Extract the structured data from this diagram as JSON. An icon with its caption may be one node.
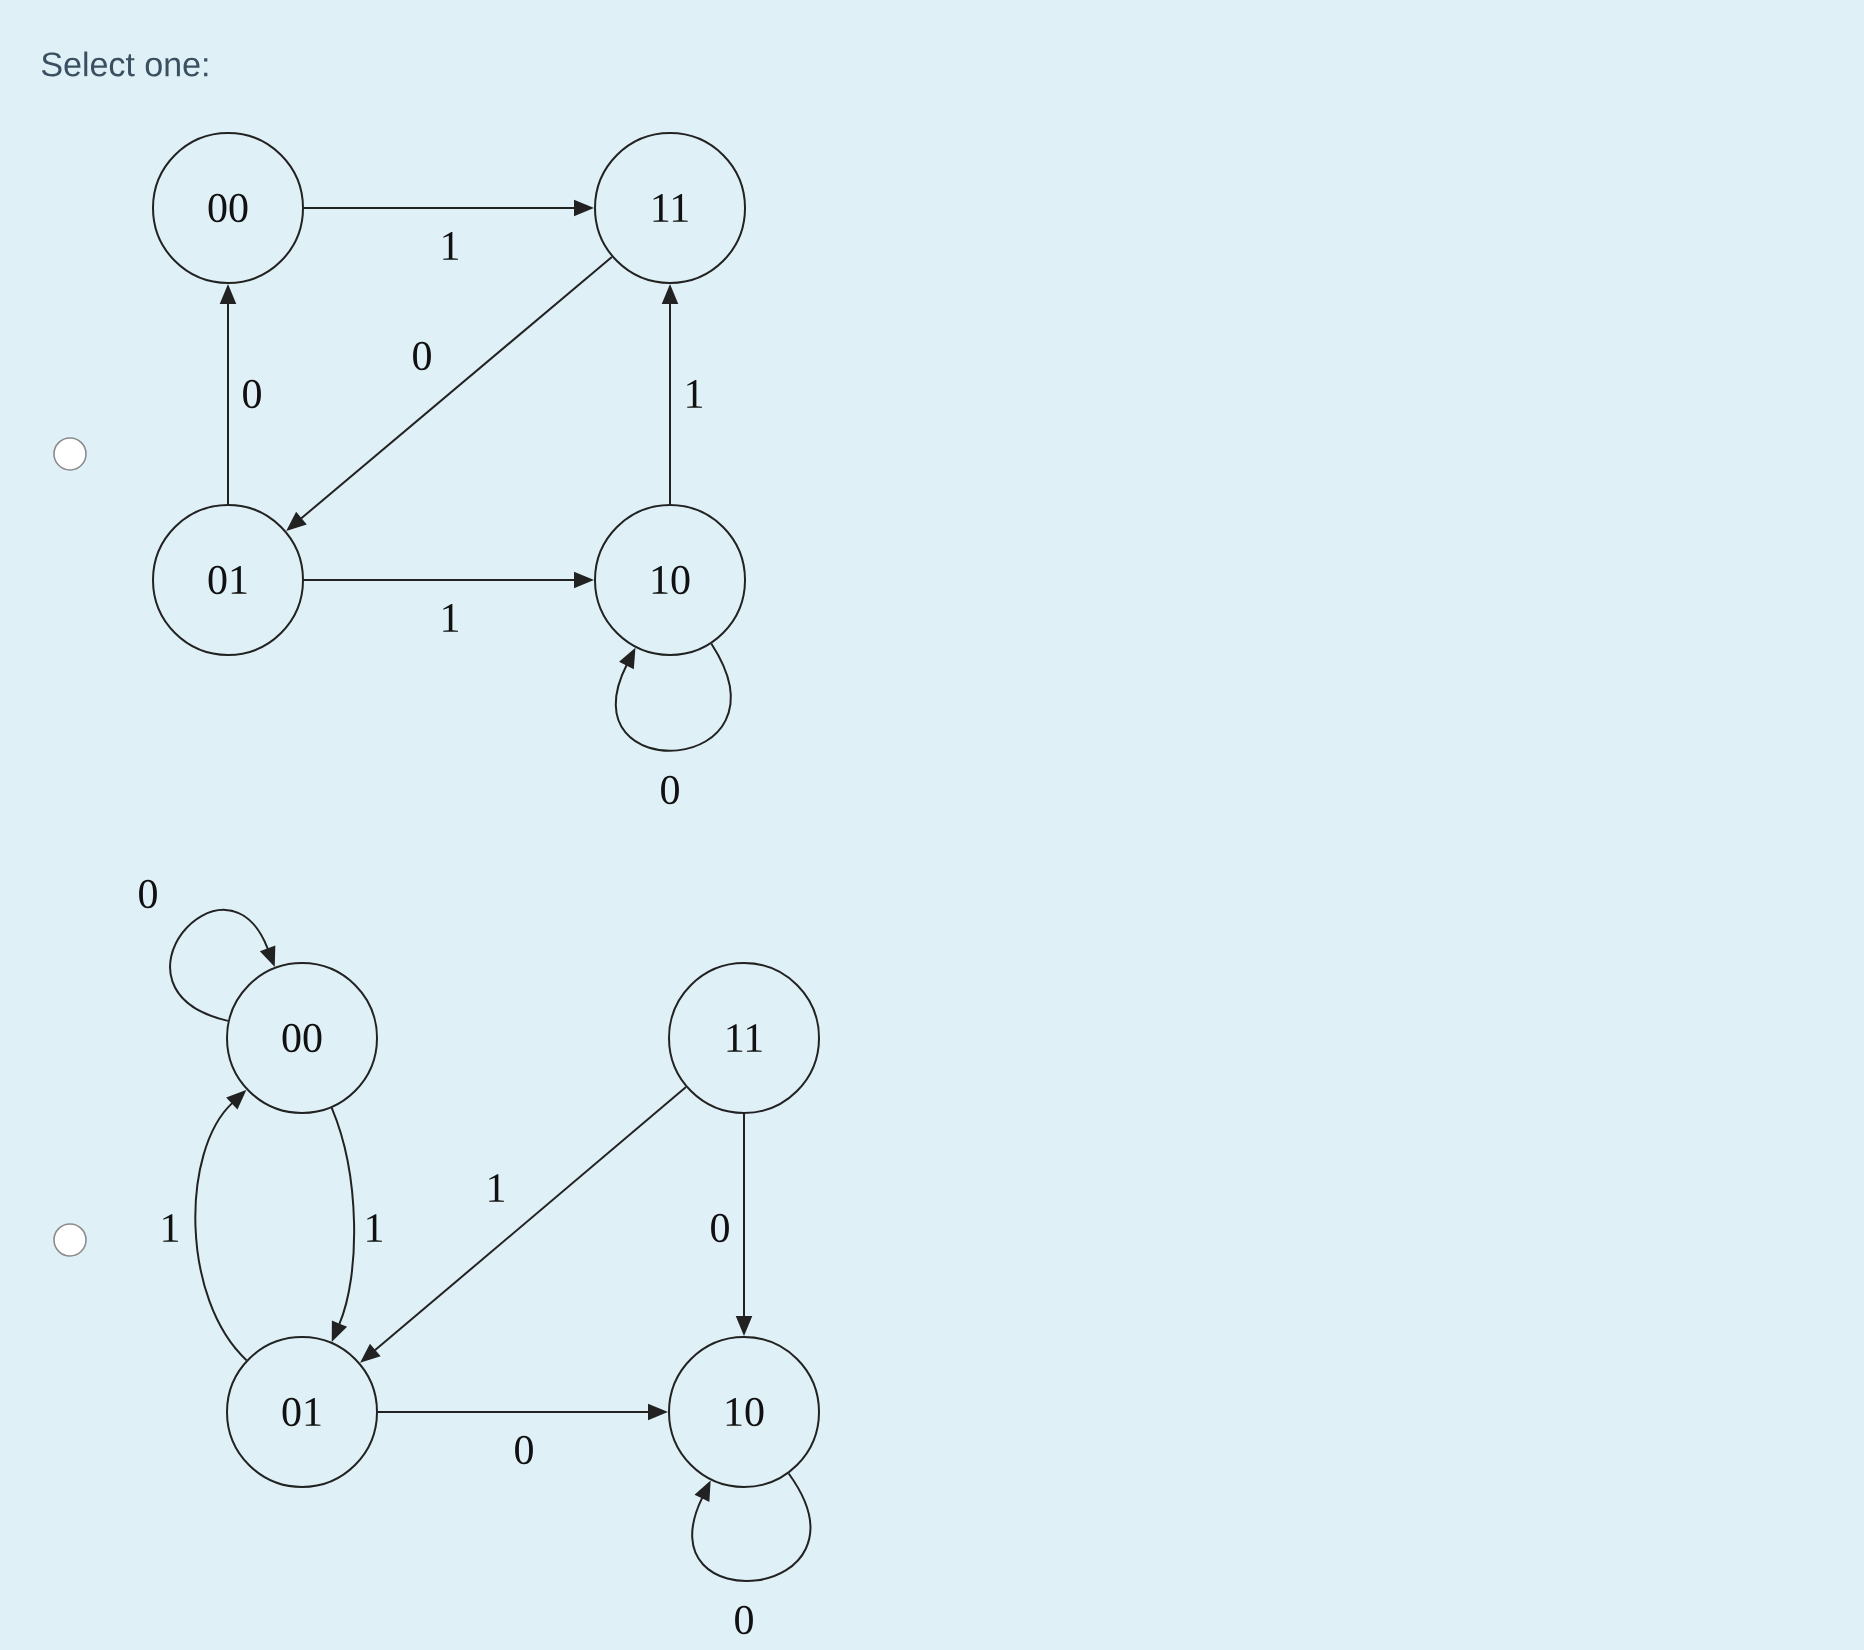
{
  "diagram": {
    "title": "Select one:",
    "nodes": [
      {
        "text": [
          "00"
        ]
      },
      {
        "text": [
          "11"
        ]
      },
      {
        "text": [
          "01"
        ]
      },
      {
        "text": [
          "10"
        ]
      },
      {
        "text": [
          "00"
        ]
      },
      {
        "text": [
          "11"
        ]
      },
      {
        "text": [
          "01"
        ]
      },
      {
        "text": [
          "10"
        ]
      }
    ],
    "edges": [
      {
        "from": 0,
        "to": 1,
        "arrow": "to",
        "label": "1"
      },
      {
        "from": 1,
        "to": 2,
        "arrow": "to",
        "label": "0"
      },
      {
        "from": 2,
        "to": 0,
        "arrow": "to",
        "label": "0"
      },
      {
        "from": 3,
        "to": 1,
        "arrow": "to",
        "label": "1"
      },
      {
        "from": 2,
        "to": 3,
        "arrow": "to",
        "label": "1"
      },
      {
        "from": 3,
        "to": 3,
        "arrow": "to",
        "label": "0"
      },
      {
        "from": 4,
        "to": 4,
        "arrow": "to",
        "label": "0"
      },
      {
        "from": 6,
        "to": 4,
        "arrow": "to",
        "label": "1"
      },
      {
        "from": 4,
        "to": 6,
        "arrow": "to",
        "label": "1"
      },
      {
        "from": 5,
        "to": 6,
        "arrow": "to",
        "label": "1"
      },
      {
        "from": 5,
        "to": 7,
        "arrow": "to",
        "label": "0"
      },
      {
        "from": 6,
        "to": 7,
        "arrow": "to",
        "label": "0"
      },
      {
        "from": 7,
        "to": 7,
        "arrow": "to",
        "label": "0"
      }
    ]
  }
}
